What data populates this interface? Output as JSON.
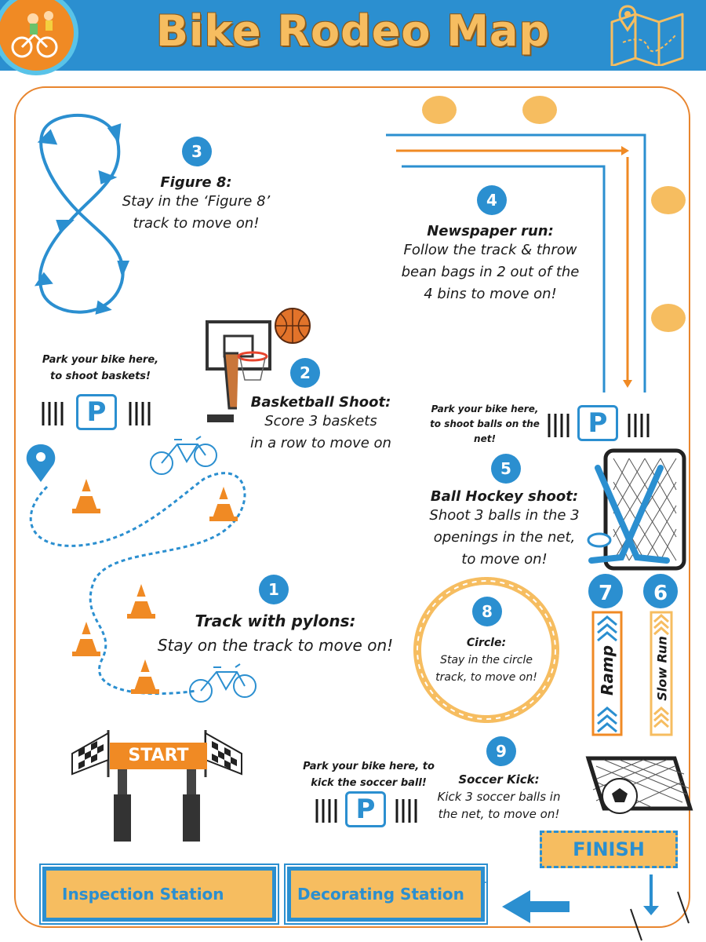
{
  "header": {
    "title": "Bike Rodeo Map"
  },
  "stations": [
    {
      "number": "1",
      "title": "Track with pylons:",
      "text": "Stay on the track to move on!"
    },
    {
      "number": "2",
      "title": "Basketball Shoot:",
      "text_1": "Score 3 baskets",
      "text_2": "in a row to move on"
    },
    {
      "number": "3",
      "title": "Figure 8:",
      "text_1": "Stay in the ‘Figure 8’",
      "text_2": "track to move on!"
    },
    {
      "number": "4",
      "title": "Newspaper run:",
      "text_1": "Follow the track & throw",
      "text_2": "bean bags in 2 out of the",
      "text_3": "4 bins to move on!"
    },
    {
      "number": "5",
      "title": "Ball Hockey shoot:",
      "text_1": "Shoot 3 balls in the 3",
      "text_2": "openings in the net,",
      "text_3": "to move on!"
    },
    {
      "number": "6",
      "label": "Slow Run"
    },
    {
      "number": "7",
      "label": "Ramp"
    },
    {
      "number": "8",
      "title": "Circle:",
      "text_1": "Stay in the circle",
      "text_2": "track, to move on!"
    },
    {
      "number": "9",
      "title": "Soccer Kick:",
      "text_1": "Kick 3 soccer balls in",
      "text_2": "the net, to move on!"
    }
  ],
  "parking": {
    "basketball": {
      "line_1": "Park your bike here,",
      "line_2": "to shoot baskets!"
    },
    "hockey": {
      "line_1": "Park your bike here,",
      "line_2": "to shoot balls on the",
      "line_3": "net!"
    },
    "soccer": {
      "line_1": "Park your bike here, to",
      "line_2": "kick the soccer ball!"
    },
    "sign": "P"
  },
  "start_label": "START",
  "finish_label": "FINISH",
  "bottom_stations": {
    "inspection": "Inspection Station",
    "decorating": "Decorating Station"
  },
  "colors": {
    "blue": "#2b8fd0",
    "orange": "#f08a24",
    "light_orange": "#f6bd60",
    "frame": "#e8852e"
  },
  "icons": [
    "kids-on-bikes-icon",
    "map-pin-icon",
    "folded-map-icon",
    "basketball-hoop-icon",
    "basketball-icon",
    "traffic-cone-icon",
    "bicycle-icon",
    "hockey-net-icon",
    "soccer-goal-icon",
    "checkered-flag-icon",
    "checklist-magnifier-icon",
    "sparkle-icon",
    "arrow-left-icon",
    "arrow-down-icon"
  ]
}
